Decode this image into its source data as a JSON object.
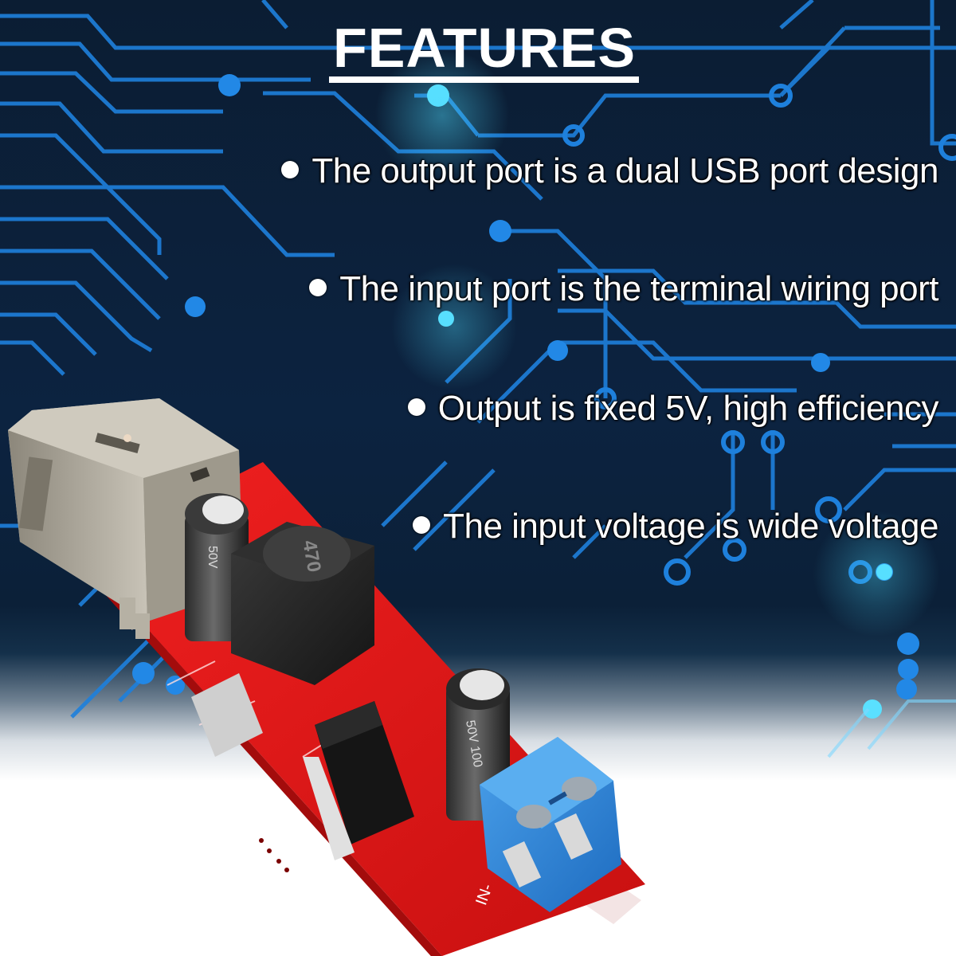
{
  "header": {
    "title": "FEATURES"
  },
  "features": [
    {
      "label": "The output port is a dual USB port design"
    },
    {
      "label": "The input port is the terminal wiring port"
    },
    {
      "label": "Output is fixed 5V, high efficiency"
    },
    {
      "label": "The input voltage is wide voltage"
    }
  ],
  "product": {
    "name": "Dual USB buck converter module",
    "inductor_marking": "470",
    "output_capacitor_marking": "50V",
    "input_capacitor_marking": "50V 100",
    "terminal_label": "IN-"
  },
  "colors": {
    "background_dark": "#0b1d33",
    "trace_blue": "#1e80dc",
    "trace_cyan": "#3fd0f0",
    "pcb_red": "#e01818",
    "terminal_blue": "#2f86d6",
    "text": "#ffffff"
  }
}
